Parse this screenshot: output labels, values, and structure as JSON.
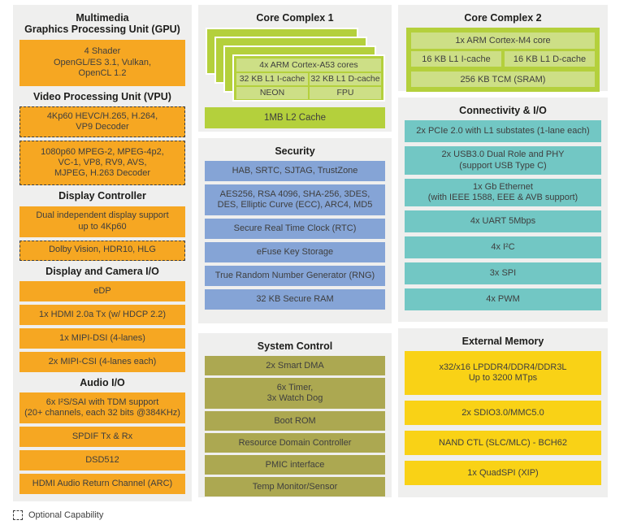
{
  "colors": {
    "orange": "#f6a722",
    "yellow": "#f9d216",
    "teal": "#72c7c4",
    "blue": "#85a4d6",
    "olive": "#aca851",
    "green": "#b4d03c",
    "light_green": "#cddf86",
    "panel_gray": "#efefee"
  },
  "gpu": {
    "title": "Multimedia\nGraphics Processing Unit (GPU)",
    "features": "4 Shader\nOpenGL/ES 3.1, Vulkan,\nOpenCL 1.2"
  },
  "vpu": {
    "title": "Video Processing Unit (VPU)",
    "decoder_4k": "4Kp60 HEVC/H.265, H.264,\nVP9 Decoder",
    "decoder_1080p": "1080p60 MPEG-2, MPEG-4p2,\nVC-1, VP8, RV9, AVS,\nMJPEG, H.263 Decoder"
  },
  "display_controller": {
    "title": "Display Controller",
    "dual_display": "Dual independent display support\nup to 4Kp60",
    "dolby": "Dolby Vision, HDR10, HLG"
  },
  "display_camera_io": {
    "title": "Display and Camera I/O",
    "edp": "eDP",
    "hdmi": "1x HDMI 2.0a Tx (w/ HDCP 2.2)",
    "mipi_dsi": "1x MIPI-DSI (4-lanes)",
    "mipi_csi": "2x MIPI-CSI (4-lanes each)"
  },
  "audio_io": {
    "title": "Audio I/O",
    "i2s": "6x I²S/SAI with TDM support\n(20+ channels, each 32 bits @384KHz)",
    "spdif": "SPDIF Tx & Rx",
    "dsd": "DSD512",
    "arc": "HDMI Audio Return Channel (ARC)"
  },
  "core_complex_1": {
    "title": "Core Complex 1",
    "cores": "4x ARM Cortex-A53 cores",
    "icache": "32 KB L1 I-cache",
    "dcache": "32 KB L1 D-cache",
    "neon": "NEON",
    "fpu": "FPU",
    "l2_cache": "1MB L2 Cache"
  },
  "security": {
    "title": "Security",
    "items": [
      "HAB, SRTC, SJTAG, TrustZone",
      "AES256, RSA 4096, SHA-256, 3DES,\nDES, Elliptic Curve (ECC), ARC4, MD5",
      "Secure Real Time Clock (RTC)",
      "eFuse Key Storage",
      "True Random Number Generator (RNG)",
      "32 KB Secure RAM"
    ]
  },
  "system_control": {
    "title": "System Control",
    "items": [
      "2x Smart DMA",
      "6x Timer,\n3x Watch Dog",
      "Boot ROM",
      "Resource Domain Controller",
      "PMIC interface",
      "Temp Monitor/Sensor"
    ]
  },
  "core_complex_2": {
    "title": "Core Complex 2",
    "core": "1x ARM Cortex-M4 core",
    "icache": "16 KB L1  I-cache",
    "dcache": "16 KB L1 D-cache",
    "tcm": "256 KB TCM (SRAM)"
  },
  "connectivity": {
    "title": "Connectivity & I/O",
    "items": [
      "2x PCIe 2.0 with L1 substates (1-lane each)",
      "2x USB3.0 Dual Role and PHY\n(support USB Type C)",
      "1x Gb Ethernet\n(with IEEE 1588, EEE & AVB support)",
      "4x UART 5Mbps",
      "4x I²C",
      "3x SPI",
      "4x PWM"
    ]
  },
  "external_memory": {
    "title": "External Memory",
    "items": [
      "x32/x16 LPDDR4/DDR4/DDR3L\nUp to 3200 MTps",
      "2x SDIO3.0/MMC5.0",
      "NAND CTL (SLC/MLC) - BCH62",
      "1x QuadSPI (XIP)"
    ]
  },
  "legend": {
    "label": "Optional Capability"
  }
}
